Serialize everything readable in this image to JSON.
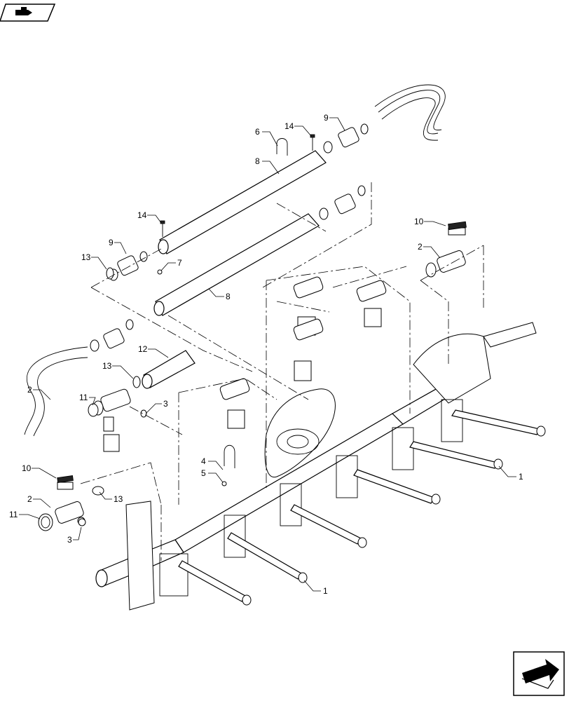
{
  "callouts": [
    {
      "label": "1"
    },
    {
      "label": "1"
    },
    {
      "label": "2"
    },
    {
      "label": "2"
    },
    {
      "label": "2"
    },
    {
      "label": "3"
    },
    {
      "label": "3"
    },
    {
      "label": "4"
    },
    {
      "label": "5"
    },
    {
      "label": "6"
    },
    {
      "label": "7"
    },
    {
      "label": "8"
    },
    {
      "label": "8"
    },
    {
      "label": "9"
    },
    {
      "label": "9"
    },
    {
      "label": "10"
    },
    {
      "label": "10"
    },
    {
      "label": "11"
    },
    {
      "label": "11"
    },
    {
      "label": "12"
    },
    {
      "label": "13"
    },
    {
      "label": "13"
    },
    {
      "label": "13"
    },
    {
      "label": "14"
    },
    {
      "label": "14"
    }
  ],
  "icons": {
    "top_left": "book-hand-icon",
    "bottom_right": "next-page-arrow-icon"
  }
}
